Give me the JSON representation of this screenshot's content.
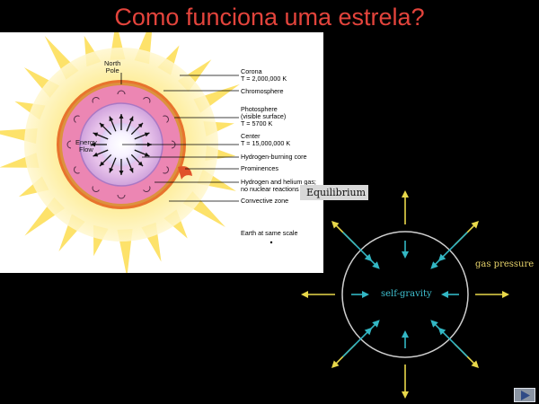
{
  "slide": {
    "title": "Como funciona uma estrela?"
  },
  "sun_diagram": {
    "north_pole_label": "North\nPole",
    "energy_flow_label": "Energy\nFlow",
    "labels": [
      "Corona\nT = 2,000,000 K",
      "Chromosphere",
      "Photosphere\n(visible surface)\nT = 5700 K",
      "Center\nT = 15,000,000 K",
      "Hydrogen-burning core",
      "Prominences",
      "Hydrogen and helium gas;\nno nuclear reactions",
      "Convective zone"
    ],
    "earth_note": "Earth at same scale"
  },
  "equilibrium_diagram": {
    "title": "Equilibrium",
    "gas_pressure_label": "gas pressure",
    "self_gravity_label": "self-gravity",
    "colors": {
      "outward_arrows": "#e8d84a",
      "inward_arrows": "#33b7c4",
      "label_gas_pressure": "#e7d36b",
      "label_self_gravity": "#3fc0d0",
      "circle": "#cfcfcf"
    }
  },
  "navigation": {
    "next_icon": "play-triangle-icon"
  }
}
